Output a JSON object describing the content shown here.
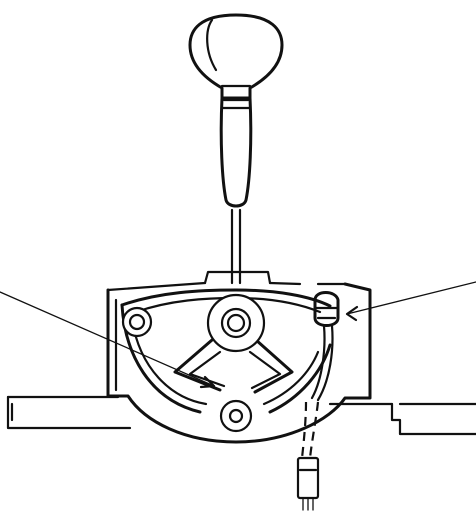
{
  "diagram": {
    "line_color": "#111111",
    "background_color": "#ffffff",
    "parts": [
      "shift-knob",
      "shift-lever",
      "shifter-housing",
      "pivot-bolt",
      "mounting-bolt",
      "detent-plate",
      "neutral-safety-switch",
      "switch-wire",
      "wire-connector",
      "floor-panel",
      "callout-left",
      "callout-right"
    ]
  }
}
